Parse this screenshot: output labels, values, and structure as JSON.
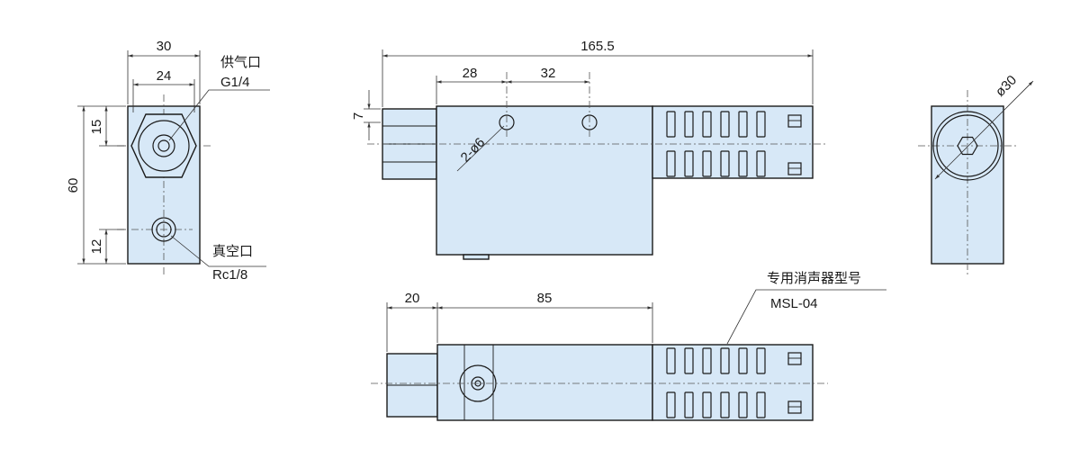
{
  "left_view": {
    "dim_width_outer": "30",
    "dim_width_inner": "24",
    "dim_height": "60",
    "dim_top_offset": "15",
    "dim_bottom_offset": "12",
    "supply_port_label": "供气口",
    "supply_port_thread": "G1/4",
    "vacuum_port_label": "真空口",
    "vacuum_port_thread": "Rc1/8"
  },
  "front_view": {
    "dim_total_length": "165.5",
    "dim_hole_offset": "28",
    "dim_hole_spacing": "32",
    "dim_left_height": "7",
    "dim_holes": "2-ø6"
  },
  "right_view": {
    "dim_diameter": "ø30"
  },
  "bottom_view": {
    "dim_nut_length": "20",
    "dim_body_length": "85",
    "silencer_label": "专用消声器型号",
    "silencer_model": "MSL-04"
  }
}
